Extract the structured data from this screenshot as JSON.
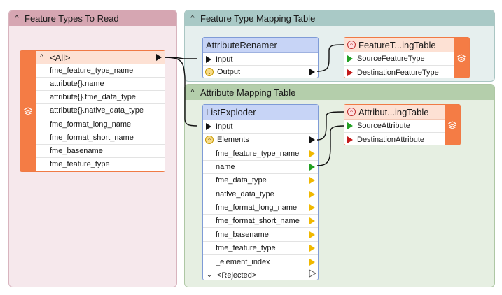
{
  "bookmarks": {
    "read": {
      "title": "Feature Types To Read",
      "caret": "^"
    },
    "ft_map": {
      "title": "Feature Type Mapping Table",
      "caret": "^"
    },
    "attr_map": {
      "title": "Attribute Mapping Table",
      "caret": "^"
    }
  },
  "reader": {
    "all_label": "<All>",
    "attributes": [
      "fme_feature_type_name",
      "attribute{}.name",
      "attribute{}.fme_data_type",
      "attribute{}.native_data_type",
      "fme_format_long_name",
      "fme_format_short_name",
      "fme_basename",
      "fme_feature_type"
    ]
  },
  "attribute_renamer": {
    "title": "AttributeRenamer",
    "input": "Input",
    "output": "Output"
  },
  "list_exploder": {
    "title": "ListExploder",
    "input": "Input",
    "elements": "Elements",
    "attributes": [
      "fme_feature_type_name",
      "name",
      "fme_data_type",
      "native_data_type",
      "fme_format_long_name",
      "fme_format_short_name",
      "fme_basename",
      "fme_feature_type",
      "_element_index"
    ],
    "rejected": "<Rejected>"
  },
  "writer_ft": {
    "title": "FeatureT...ingTable",
    "attrs": [
      "SourceFeatureType",
      "DestinationFeatureType"
    ]
  },
  "writer_attr": {
    "title": "Attribut...ingTable",
    "attrs": [
      "SourceAttribute",
      "DestinationAttribute"
    ]
  },
  "colors": {
    "read_bookmark": "#d6a6b2",
    "ft_bookmark": "#a9c9c6",
    "attr_bookmark": "#b4ceab",
    "node_header": "#c7d4f6",
    "reader_writer_accent": "#f47c45"
  }
}
